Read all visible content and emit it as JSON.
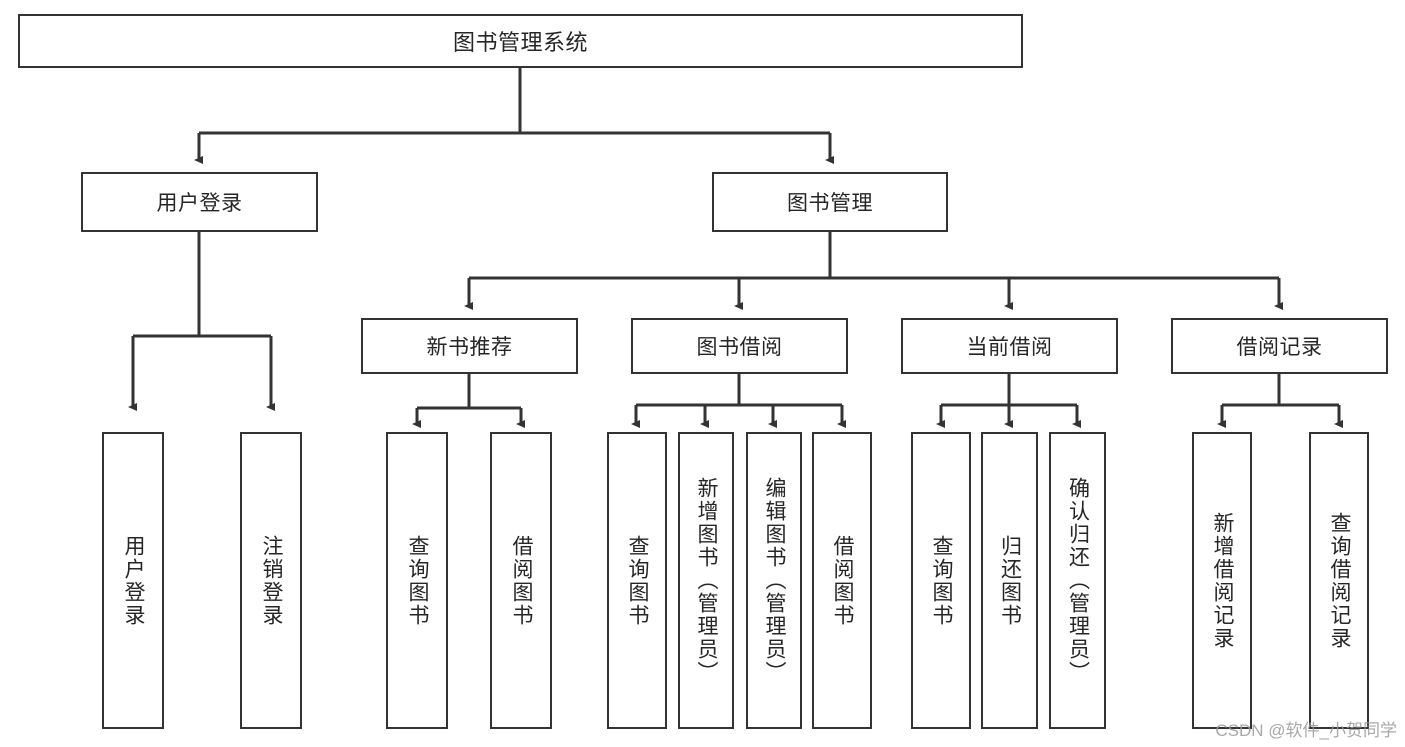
{
  "diagram": {
    "title": "图书管理系统",
    "type": "tree-hierarchy",
    "colors": {
      "box_border": "#333333",
      "box_fill": "#ffffff",
      "text": "#262626",
      "edge": "#333333",
      "watermark": "#9a9a9a",
      "background": "#ffffff"
    },
    "root": {
      "label": "图书管理系统"
    },
    "level2": [
      {
        "label": "用户登录"
      },
      {
        "label": "图书管理"
      }
    ],
    "level3": [
      {
        "label": "新书推荐"
      },
      {
        "label": "图书借阅"
      },
      {
        "label": "当前借阅"
      },
      {
        "label": "借阅记录"
      }
    ],
    "leaves": {
      "user_login": [
        {
          "label": "用户登录"
        },
        {
          "label": "注销登录"
        }
      ],
      "new_book_recommend": [
        {
          "label": "查询图书"
        },
        {
          "label": "借阅图书"
        }
      ],
      "book_borrow": [
        {
          "label": "查询图书"
        },
        {
          "label": "新增图书（管理员）"
        },
        {
          "label": "编辑图书（管理员）"
        },
        {
          "label": "借阅图书"
        }
      ],
      "current_borrow": [
        {
          "label": "查询图书"
        },
        {
          "label": "归还图书"
        },
        {
          "label": "确认归还（管理员）"
        }
      ],
      "borrow_record": [
        {
          "label": "新增借阅记录"
        },
        {
          "label": "查询借阅记录"
        }
      ]
    }
  },
  "watermark": {
    "text": "CSDN @软件_小贺同学"
  }
}
